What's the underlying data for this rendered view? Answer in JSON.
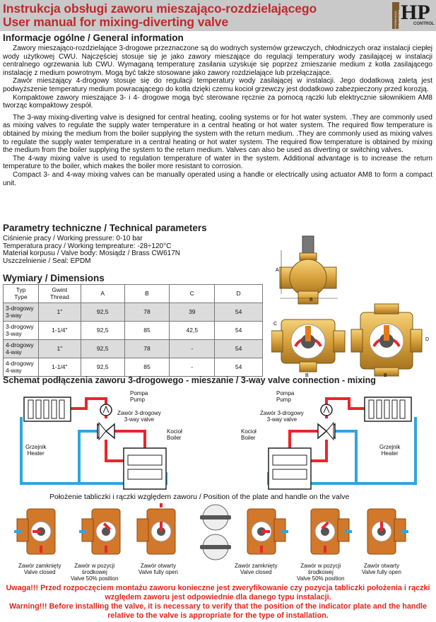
{
  "header": {
    "title_pl": "Instrukcja obsługi zaworu mieszająco-rozdzielającego",
    "title_en": "User manual for mixing-diverting valve",
    "logo_text": "HP",
    "logo_sub": "CONTROL",
    "logo_vertical": "HYDRAULIKA PNEUMATYKA"
  },
  "general": {
    "title": "Informacje ogólne / General information",
    "p1": "Zawory mieszająco-rozdzielające 3-drogowe przeznaczone są do wodnych systemów grzewczych, chłodniczych oraz instalacji ciepłej wody użytkowej CWU. Najczęściej stosuje się je jako zawory mieszające do regulacji temperatury wody zasilającej w instalacji centralnego ogrzewania lub CWU. Wymaganą temperaturę zasilania uzyskuje się poprzez zmieszanie medium z kotła zasilającego instalację z medium powrotnym. Mogą być także stosowane jako zawory rozdzielające lub przełączające.",
    "p2": "Zawór mieszający 4-drogowy stosuje się do regulacji temperatury wody zasilającej w instalacji. Jego dodatkową zaletą jest podwyższenie temperatury medium powracającego do kotła dzięki czemu kocioł grzewczy jest dodatkowo zabezpieczony przed korozją.",
    "p3": "Kompaktowe zawory mieszające 3- i 4- drogowe mogą być sterowane ręcznie za pomocą rączki lub elektrycznie siłownikiem AM8 tworząc kompaktowy zespół.",
    "p4": "The 3-way mixing-diverting valve is designed for central heating, cooling systems or for hot water system. .They are commonly used as mixing valves to regulate the supply water temperature in a central heating or hot water system. The required flow temperature is obtained by mixing the medium from the boiler supplying the system with the return medium. .They are commonly used as mixing valves to regulate the supply water temperature in a central heating or hot water system. The required flow temperature is obtained by mixing the medium from the boiler supplying the system to the return medium. Valves can also be used as diverting or switching valves.",
    "p5": "The 4-way mixing valve is used to regulation temperature of water in the system. Additional advantage is to increase the return temperature to the boiler, which makes the boiler more resistant to corrosion.",
    "p6": "Compact 3- and 4-way mixing valves can be manually operated using a handle or electrically using actuator AM8 to form a compact unit."
  },
  "technical": {
    "title": "Parametry techniczne / Technical parameters",
    "lines": [
      "Ciśnienie pracy / Working pressure: 0-10 bar",
      "Temperatura pracy / Working tempreature: -28÷120°C",
      "Materiał korpusu / Valve body: Mosiądz / Brass CW617N",
      "Uszczelnienie / Seal: EPDM"
    ]
  },
  "dimensions": {
    "title": "Wymiary / Dimensions",
    "headers": [
      "Typ\nType",
      "Gwint\nThread",
      "A",
      "B",
      "C",
      "D"
    ],
    "rows": [
      [
        "3-drogowy\n3-way",
        "1\"",
        "92,5",
        "78",
        "39",
        "54"
      ],
      [
        "3-drogowy\n3-way",
        "1-1/4\"",
        "92,5",
        "85",
        "42,5",
        "54"
      ],
      [
        "4-drogowy\n4-way",
        "1\"",
        "92,5",
        "78",
        "-",
        "54"
      ],
      [
        "4-drogowy\n4-way",
        "1-1/4\"",
        "92,5",
        "85",
        "-",
        "54"
      ]
    ],
    "drawing_labels": {
      "a": "A",
      "b": "B",
      "c": "C",
      "d": "D"
    }
  },
  "schema": {
    "title": "Schemat podłączenia zaworu 3-drogowego - mieszanie / 3-way valve connection - mixing",
    "pump": "Pompa\nPump",
    "valve": "Zawór 3-drogowy\n3-way valve",
    "boiler": "Kocioł\nBoiler",
    "heater": "Grzejnik\nHeater",
    "colors": {
      "hot": "#e8262b",
      "cold": "#2fa6dc"
    }
  },
  "plate": {
    "title": "Położenie tabliczki i rączki względem zaworu /  Position of the plate and handle on the valve",
    "labels": [
      "Zawór zamknięty\nValve closed",
      "Zawór w pozycji\nśrodkowej\nValve 50% position",
      "Zawór otwarty\nValve fully open",
      "Zawór zamknięty\nValve closed",
      "Zawór w pozycji\nśrodkowej\nValve 50% position",
      "Zawór otwarty\nValve fully open"
    ]
  },
  "warnings": {
    "pl": "Uwaga!!! Przed rozpoczęciem montażu zaworu konieczne jest zweryfikowanie czy pozycja tabliczki położenia i rączki względem zaworu jest odpowiednie dla danego typu instalacji.",
    "en": "Warning!!! Before installing the valve, it is necessary to verify that the position of the indicator plate and the handle relative to the valve is appropriate for the type of installation."
  }
}
